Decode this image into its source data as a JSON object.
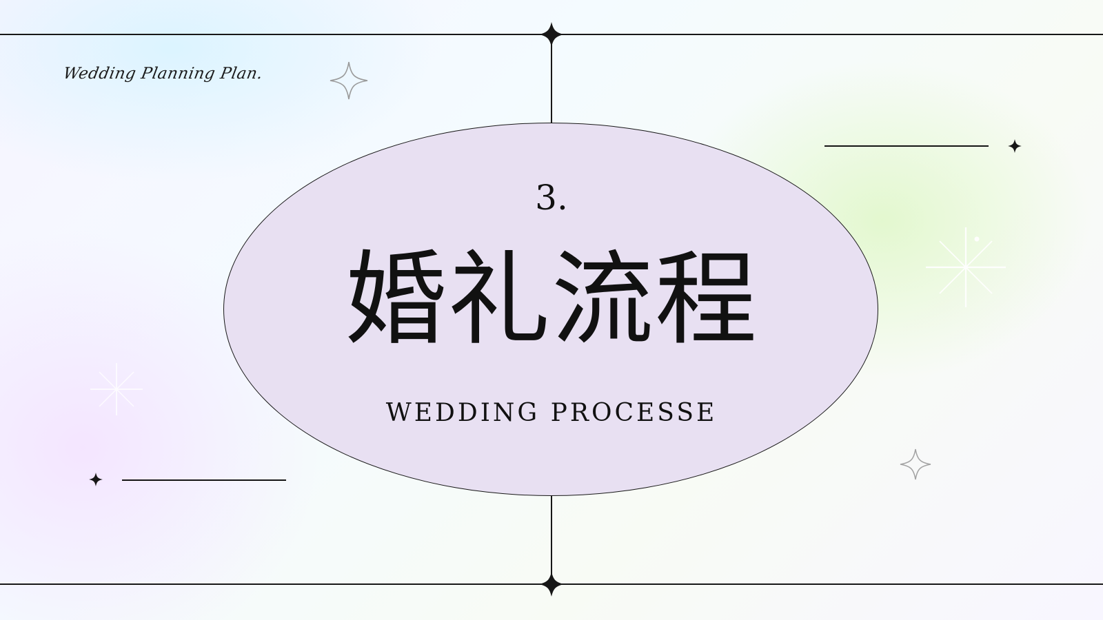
{
  "header": {
    "script_title": "Wedding Planning Plan."
  },
  "hero": {
    "number": "3.",
    "title": "婚礼流程",
    "subtitle": "WEDDING PROCESSE"
  },
  "theme": {
    "line_color": "#171717",
    "oval_fill": "#e8e0f2",
    "sparkle_outline": "#9a9a9a",
    "sparkle_white": "#ffffff"
  },
  "icons": {
    "script_sparkle": "sparkle-outline-icon",
    "top_sparkle": "sparkle-filled-icon",
    "bottom_sparkle": "sparkle-filled-icon",
    "right_glow_sparkle": "sparkle-glow-icon",
    "left_glow_sparkle": "sparkle-glow-icon",
    "right_outline_sparkle": "sparkle-outline-icon"
  }
}
